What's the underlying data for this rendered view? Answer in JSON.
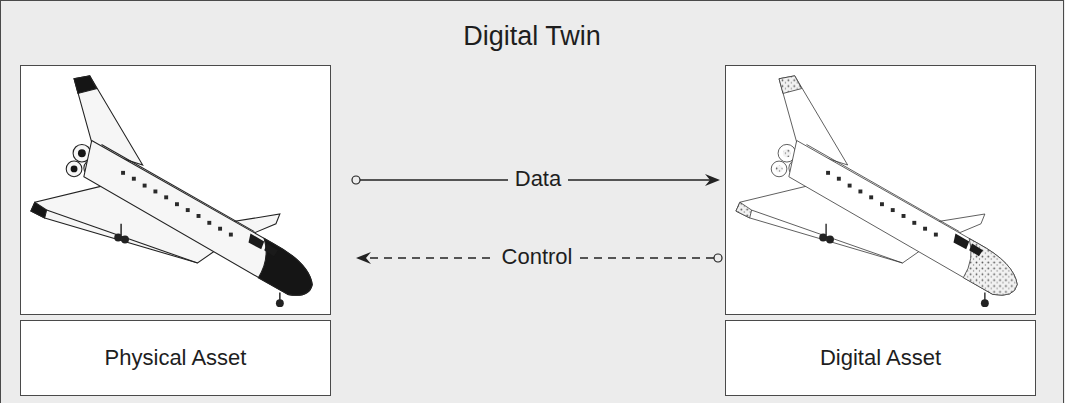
{
  "diagram": {
    "nodes": [
      {
        "text": [
          "Digital Twin"
        ]
      },
      {
        "text": [
          "Physical Asset"
        ],
        "in": 0
      },
      {
        "text": [
          "Digital Asset"
        ],
        "in": 0
      }
    ],
    "edges": [
      {
        "from": 1,
        "to": 2,
        "arrow": "to",
        "label": "Data"
      },
      {
        "from": 2,
        "to": 1,
        "arrow": "to",
        "label": "Control"
      }
    ]
  }
}
